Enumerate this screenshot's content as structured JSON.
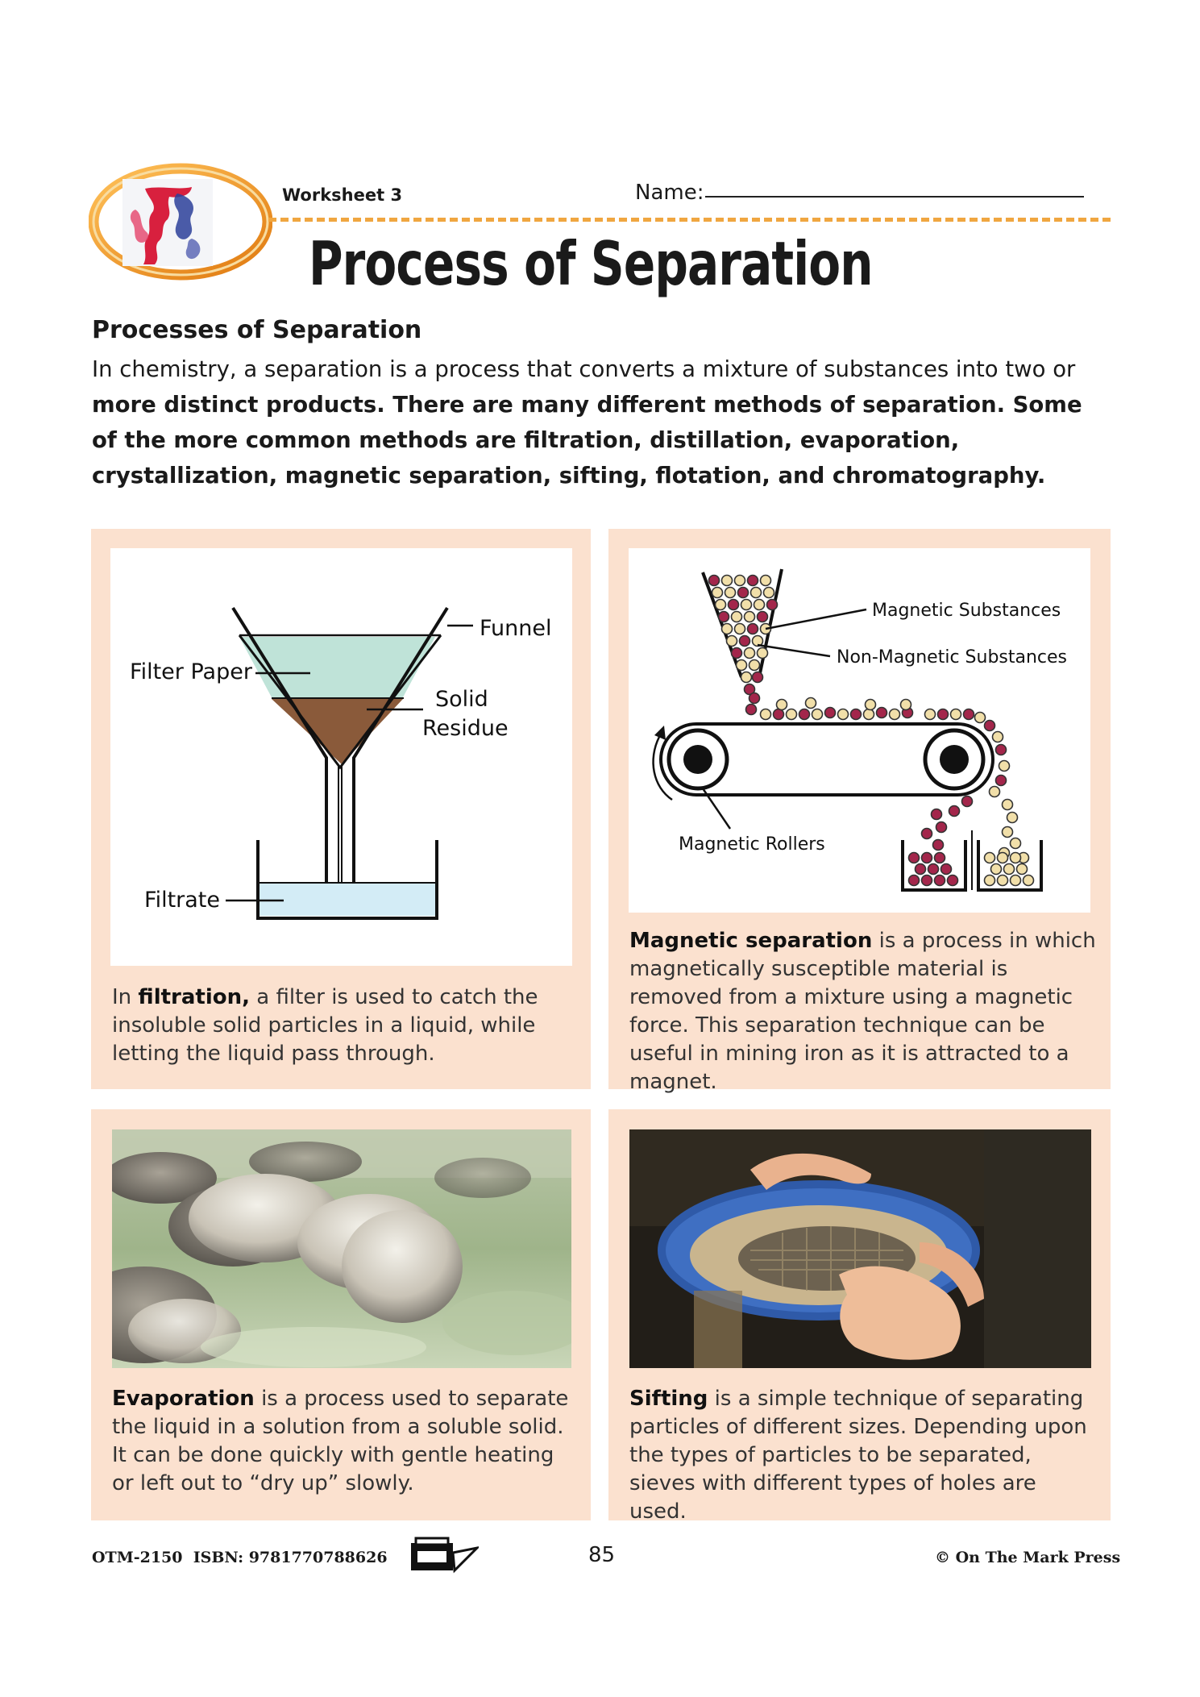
{
  "header": {
    "worksheet_label": "Worksheet 3",
    "name_label": "Name:",
    "title": "Process of Separation"
  },
  "intro": {
    "heading": "Processes of Separation",
    "lead": "In chemistry, a separation is a process that converts a mixture of substances into two or",
    "rest": "more distinct products. There are many different methods of separation. Some of the more common methods are filtration, distillation, evaporation, crystallization, magnetic separation, sifting, flotation, and chromatography."
  },
  "filtration": {
    "labels": {
      "funnel": "Funnel",
      "filter_paper": "Filter Paper",
      "solid": "Solid",
      "residue": "Residue",
      "filtrate": "Filtrate"
    },
    "caption_pre": "In ",
    "caption_term": "filtration,",
    "caption_rest": " a filter is used to catch the insoluble solid particles in a liquid, while letting the liquid pass through."
  },
  "magnetic": {
    "labels": {
      "magnetic_substances": "Magnetic Substances",
      "non_magnetic_substances": "Non-Magnetic Substances",
      "magnetic_rollers": "Magnetic Rollers"
    },
    "caption_term": "Magnetic separation",
    "caption_rest": " is a process in which magnetically susceptible material is removed from a mixture using a magnetic force. This separation technique can be useful in mining iron as it is attracted to a magnet."
  },
  "evaporation": {
    "caption_term": "Evaporation",
    "caption_rest": " is a process used to separate the liquid in a solution from a soluble solid. It can be done quickly with gentle heating or left out to “dry up” slowly."
  },
  "sifting": {
    "caption_term": "Sifting",
    "caption_rest": " is a simple technique of separating particles of different sizes. Depending upon the types of particles to be separated, sieves with different types of holes are used."
  },
  "footer": {
    "code": "OTM-2150  ISBN: 9781770788626",
    "page_number": "85",
    "copyright": "© On The Mark Press"
  },
  "colors": {
    "panel": "#fbe1cf",
    "accent_orange": "#f0a640",
    "filter_liquid": "#bfe3d8",
    "residue": "#8a5a3a",
    "filtrate": "#d3ecf6",
    "magnetic_bead": "#a3264b",
    "non_magnetic_bead": "#f1dfa9"
  }
}
